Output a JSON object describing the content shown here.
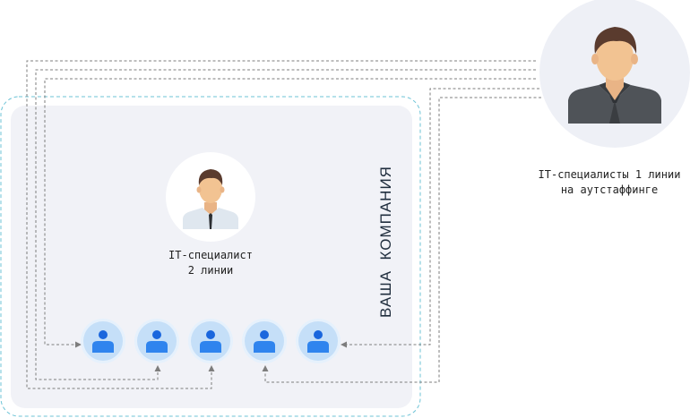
{
  "company": {
    "label": "ВАША  КОМПАНИЯ"
  },
  "outsource_specialist": {
    "line1": "IT-специалисты 1 линии",
    "line2": "на аутстаффинге",
    "icon": "person-suit-dark-icon"
  },
  "level2_specialist": {
    "line1": "IT-специалист",
    "line2": "2 линии",
    "icon": "person-shirt-tie-icon"
  },
  "users": {
    "count": 5,
    "icon": "user-icon"
  },
  "colors": {
    "company_bg": "#f1f2f7",
    "company_border": "#6cc3d6",
    "user_circle": "#c5dff8",
    "user_blue": "#1a66dd",
    "line": "#7d7d7d"
  }
}
